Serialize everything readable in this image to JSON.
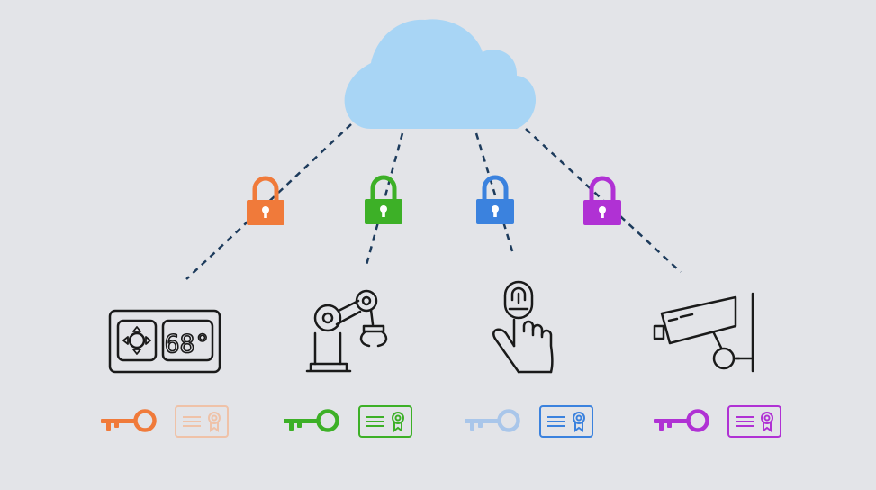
{
  "colors": {
    "background": "#e3e4e8",
    "cloud": "#a8d5f5",
    "connector": "#1d3b5c",
    "device_stroke": "#1a1a1a",
    "orange": "#f07a3a",
    "green": "#3db027",
    "blue": "#3b82de",
    "purple": "#b031d4",
    "orange_faded": "#efc2a8",
    "blue_faded": "#a9c6ea"
  },
  "cloud": {
    "icon": "cloud-icon"
  },
  "channels": [
    {
      "device": "thermostat",
      "device_icon": "thermostat-icon",
      "display_text": "68°",
      "lock_icon": "padlock-icon",
      "lock_color": "orange",
      "key_color": "orange",
      "certificate_color": "orange_faded"
    },
    {
      "device": "robot-arm",
      "device_icon": "robotic-arm-icon",
      "lock_icon": "padlock-icon",
      "lock_color": "green",
      "key_color": "green",
      "certificate_color": "green"
    },
    {
      "device": "fingerprint",
      "device_icon": "fingerprint-touch-icon",
      "lock_icon": "padlock-icon",
      "lock_color": "blue",
      "key_color": "blue_faded",
      "certificate_color": "blue"
    },
    {
      "device": "security-camera",
      "device_icon": "security-camera-icon",
      "lock_icon": "padlock-icon",
      "lock_color": "purple",
      "key_color": "purple",
      "certificate_color": "purple"
    }
  ]
}
